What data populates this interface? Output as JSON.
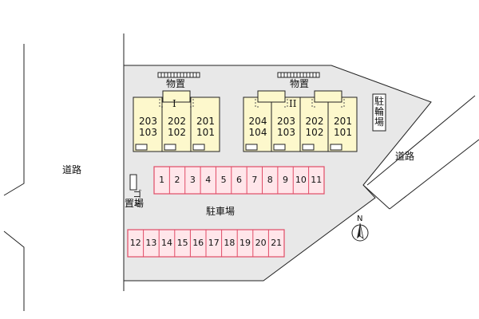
{
  "roads": {
    "left": "道路",
    "right": "道路"
  },
  "storage": {
    "left": "物置",
    "right": "物置"
  },
  "buildings": {
    "one": {
      "numeral": "I",
      "units": [
        {
          "upper": "203",
          "lower": "103"
        },
        {
          "upper": "202",
          "lower": "102"
        },
        {
          "upper": "201",
          "lower": "101"
        }
      ]
    },
    "two": {
      "numeral": "II",
      "units": [
        {
          "upper": "204",
          "lower": "104"
        },
        {
          "upper": "203",
          "lower": "103"
        },
        {
          "upper": "202",
          "lower": "102"
        },
        {
          "upper": "201",
          "lower": "101"
        }
      ]
    }
  },
  "bicycle_parking": [
    "駐",
    "輪",
    "場"
  ],
  "garbage": {
    "top": [
      "ゴ",
      "ミ"
    ],
    "bottom": "置場"
  },
  "parking": {
    "label": "駐車場",
    "row_top": [
      "1",
      "2",
      "3",
      "4",
      "5",
      "6",
      "7",
      "8",
      "9",
      "10",
      "11"
    ],
    "row_bottom": [
      "12",
      "13",
      "14",
      "15",
      "16",
      "17",
      "18",
      "19",
      "20",
      "21"
    ]
  },
  "compass": {
    "north": "N"
  },
  "colors": {
    "lot": "#e8e8e8",
    "building": "#fdf8cc",
    "parking_fill": "#ffe6ea",
    "parking_stroke": "#e04b66"
  }
}
